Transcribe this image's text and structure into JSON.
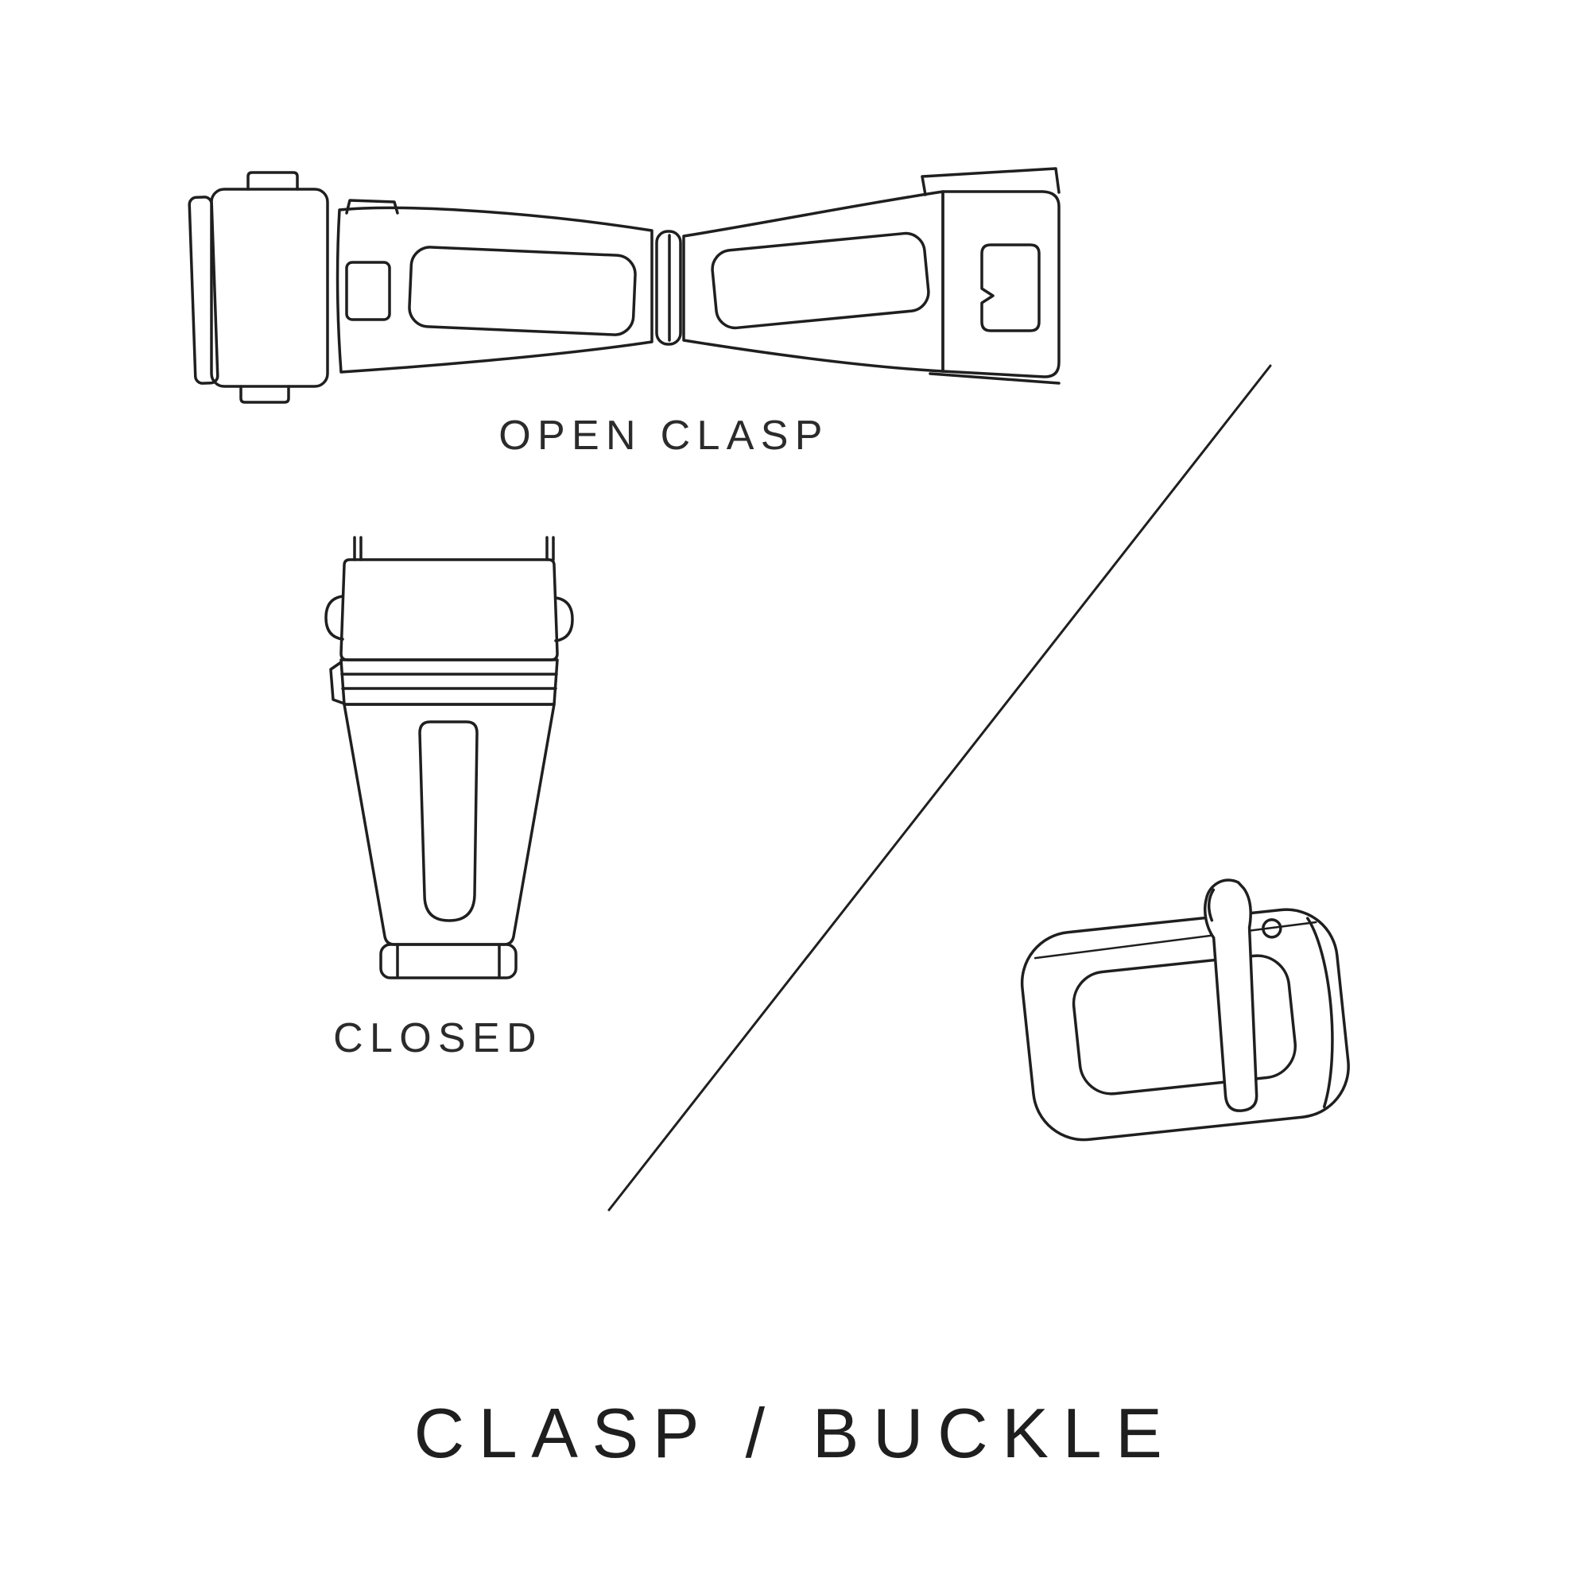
{
  "page": {
    "title": "CLASP / BUCKLE",
    "background_color": "#ffffff",
    "line_color": "#1f1f1f",
    "text_color": "#2b2b2b"
  },
  "figures": {
    "open_clasp": {
      "label": "OPEN CLASP"
    },
    "closed_clasp": {
      "label": "CLOSED"
    },
    "buckle": {
      "label": ""
    }
  }
}
